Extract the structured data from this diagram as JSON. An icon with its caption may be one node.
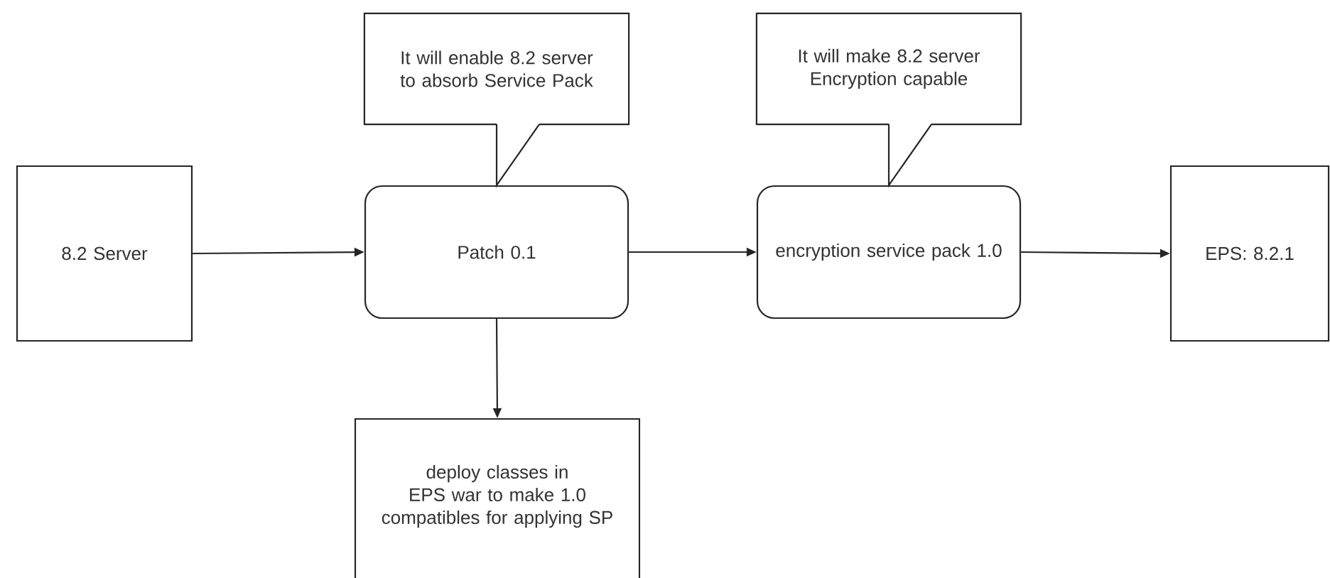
{
  "diagram": {
    "nodes": [
      {
        "text": [
          "8.2 Server"
        ]
      },
      {
        "text": [
          "It will enable 8.2 server to absorb Service Pack"
        ]
      },
      {
        "text": [
          "Patch 0.1"
        ]
      },
      {
        "text": [
          "It will make 8.2 server Encryption capable"
        ]
      },
      {
        "text": [
          "encryption service pack 1.0"
        ]
      },
      {
        "text": [
          "EPS: 8.2.1"
        ]
      },
      {
        "text": [
          "deploy classes in EPS war to make 1.0 compatibles for applying SP"
        ]
      }
    ],
    "edges": [
      {
        "from": 0,
        "to": 2,
        "arrow": "to"
      },
      {
        "from": 1,
        "to": 2,
        "arrow": "none"
      },
      {
        "from": 2,
        "to": 4,
        "arrow": "to"
      },
      {
        "from": 3,
        "to": 4,
        "arrow": "none"
      },
      {
        "from": 4,
        "to": 5,
        "arrow": "to"
      },
      {
        "from": 2,
        "to": 6,
        "arrow": "to"
      }
    ]
  }
}
